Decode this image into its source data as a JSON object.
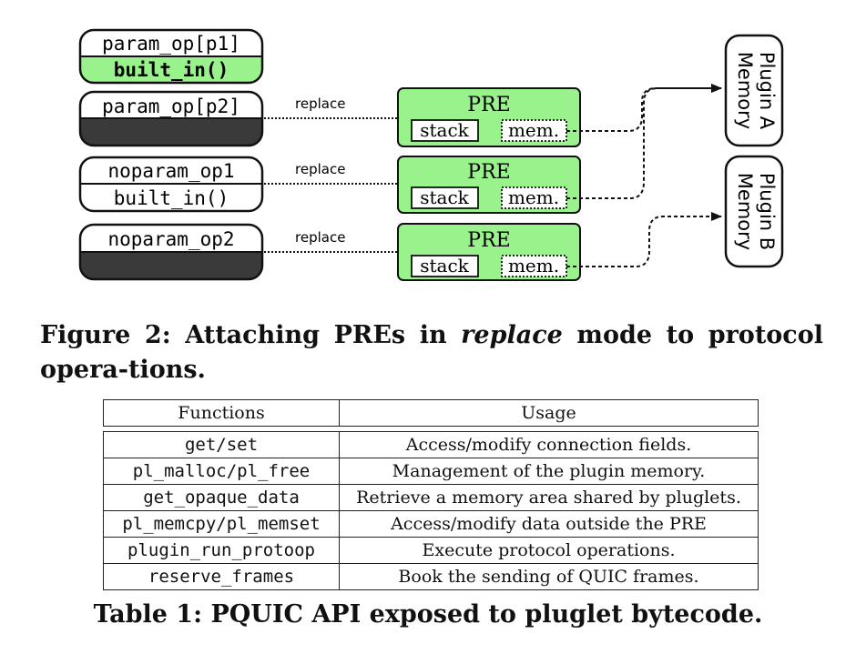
{
  "figure": {
    "ops": [
      {
        "top": "param_op[p1]",
        "bottom": "built_in()",
        "bottom_style": "green"
      },
      {
        "top": "param_op[p2]",
        "bottom": "",
        "bottom_style": "dark"
      },
      {
        "top": "noparam_op1",
        "bottom": "built_in()",
        "bottom_style": "white"
      },
      {
        "top": "noparam_op2",
        "bottom": "",
        "bottom_style": "dark"
      }
    ],
    "replace_label": "replace",
    "pre_title": "PRE",
    "stack_label": "stack",
    "mem_label": "mem.",
    "memories": [
      {
        "line1": "Plugin A",
        "line2": "Memory"
      },
      {
        "line1": "Plugin B",
        "line2": "Memory"
      }
    ],
    "colors": {
      "green": "#99f28c",
      "dark": "#3a3a3a"
    }
  },
  "figure_caption": {
    "prefix": "Figure 2: Attaching PREs in",
    "emph": "replace",
    "suffix": "mode to protocol opera-tions."
  },
  "table": {
    "headers": [
      "Functions",
      "Usage"
    ],
    "rows": [
      [
        "get/set",
        "Access/modify connection fields."
      ],
      [
        "pl_malloc/pl_free",
        "Management of the plugin memory."
      ],
      [
        "get_opaque_data",
        "Retrieve a memory area shared by pluglets."
      ],
      [
        "pl_memcpy/pl_memset",
        "Access/modify data outside the PRE"
      ],
      [
        "plugin_run_protoop",
        "Execute protocol operations."
      ],
      [
        "reserve_frames",
        "Book the sending of QUIC frames."
      ]
    ],
    "caption": "Table 1: PQUIC API exposed to pluglet bytecode."
  }
}
